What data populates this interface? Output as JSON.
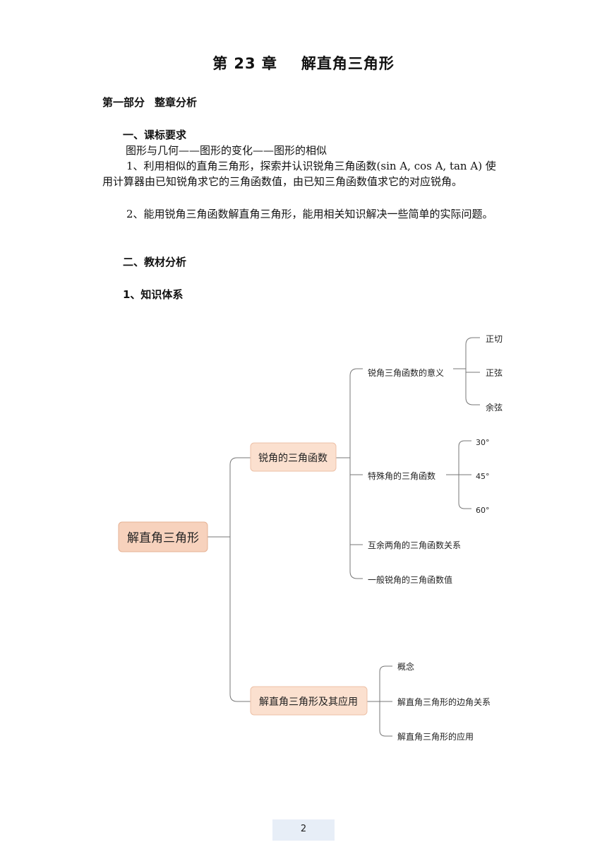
{
  "title": {
    "chapter": "第 23 章",
    "name": "解直角三角形"
  },
  "part1": {
    "label": "第一部分",
    "name": "整章分析"
  },
  "section1": {
    "heading": "一、课标要求",
    "line0": "图形与几何——图形的变化——图形的相似",
    "para1": "1、利用相似的直角三角形，探索并认识锐角三角函数(sin A, cos A, tan A) 使用计算器由已知锐角求它的三角函数值，由已知三角函数值求它的对应锐角。",
    "para2": "2、能用锐角三角函数解直角三角形，能用相关知识解决一些简单的实际问题。"
  },
  "section2": {
    "heading": "二、教材分析",
    "sub1": "1、知识体系"
  },
  "mindmap": {
    "root": "解直角三角形",
    "branch1": {
      "label": "锐角的三角函数",
      "children": {
        "meaning": {
          "label": "锐角三角函数的意义",
          "items": [
            "正切",
            "正弦",
            "余弦"
          ]
        },
        "special": {
          "label": "特殊角的三角函数",
          "items": [
            "30°",
            "45°",
            "60°"
          ]
        },
        "complement": "互余两角的三角函数关系",
        "general": "一般锐角的三角函数值"
      }
    },
    "branch2": {
      "label": "解直角三角形及其应用",
      "items": [
        "概念",
        "解直角三角形的边角关系",
        "解直角三角形的应用"
      ]
    },
    "colors": {
      "root_fill": "#f7d2bd",
      "root_stroke": "#e6b294",
      "branch_fill": "#fbe0cf",
      "branch_stroke": "#edc1a7",
      "line": "#777777"
    }
  },
  "page_number": "2"
}
